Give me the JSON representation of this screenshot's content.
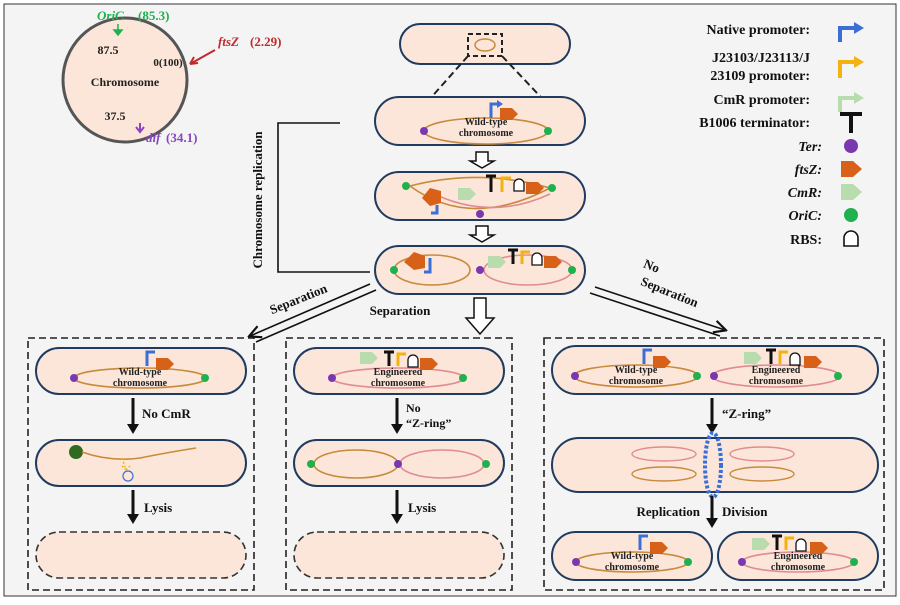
{
  "chromosome_map": {
    "label": "Chromosome",
    "oric_label": "OriC",
    "oric_value": "(85.3)",
    "ftsz_label": "ftsZ",
    "ftsz_value": "(2.29)",
    "dif_label": "dif",
    "dif_value": "(34.1)",
    "pos_top": "87.5",
    "pos_origin": "0(100)",
    "pos_bottom": "37.5"
  },
  "side_label": "Chromosome replication",
  "cell_labels": {
    "wild_type_1": "Wild-type",
    "wild_type_2": "chromosome",
    "engineered_1": "Engineered",
    "engineered_2": "chromosome"
  },
  "arrows": {
    "separation_left": "Separation",
    "separation_middle": "Separation",
    "no_separation_1": "No",
    "no_separation_2": "Separation"
  },
  "panels": {
    "left": {
      "step1": "No CmR",
      "step2": "Lysis"
    },
    "middle": {
      "step1a": "No",
      "step1b": "“Z-ring”",
      "step2": "Lysis"
    },
    "right": {
      "step1": "“Z-ring”",
      "step2a": "Replication",
      "step2b": "Division"
    }
  },
  "legend": [
    {
      "label": "Native promoter:",
      "icon": "promoter-arrow-icon",
      "color": "#3b6fd6"
    },
    {
      "label_line1": "J23103/J23113/J",
      "label_line2": "23109 promoter:",
      "icon": "promoter-arrow-icon",
      "color": "#f2b311"
    },
    {
      "label": "CmR promoter:",
      "icon": "promoter-arrow-icon",
      "color": "#b9dcae"
    },
    {
      "label": "B1006 terminator:",
      "icon": "terminator-icon",
      "color": "#111111"
    },
    {
      "label": "Ter:",
      "icon": "circle-icon",
      "color": "#7a37b0"
    },
    {
      "label": "ftsZ:",
      "icon": "pentagon-arrow-icon",
      "color": "#d8611a"
    },
    {
      "label": "CmR:",
      "icon": "pentagon-arrow-icon",
      "color": "#b9dcae"
    },
    {
      "label": "OriC:",
      "icon": "circle-icon",
      "color": "#1fb14e"
    },
    {
      "label": "RBS:",
      "icon": "rbs-icon",
      "color": "#ffffff"
    }
  ],
  "colors": {
    "cell_fill": "#fce6d9",
    "cell_stroke": "#1f3b5f",
    "wild_chrom": "#c88a3b",
    "eng_chrom": "#e08c92",
    "ter": "#7a37b0",
    "oric": "#1fb14e",
    "ftsz": "#d8611a",
    "cmr": "#b9dcae",
    "native_promoter": "#3b6fd6",
    "syn_promoter": "#f2b311",
    "zring": "#3b6fd6",
    "oric_label": "#1fb14e",
    "ftsz_label": "#c0292c",
    "dif_label": "#8a44c4"
  }
}
